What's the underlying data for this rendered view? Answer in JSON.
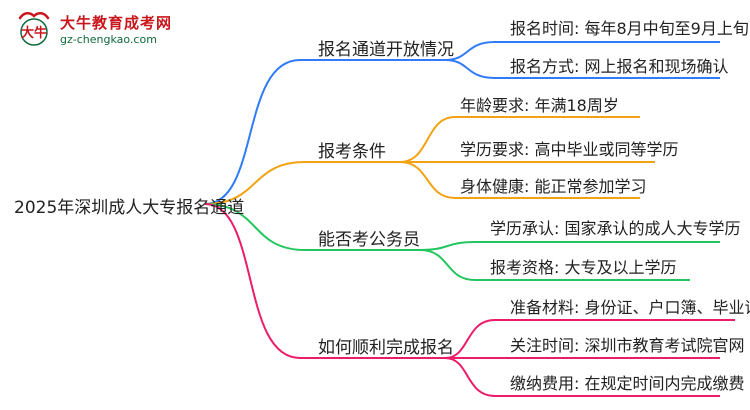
{
  "logo": {
    "title": "大牛教育成考网",
    "url": "gz-chengkao.com",
    "mark_text": "大牛"
  },
  "root": "2025年深圳成人大专报名通道",
  "branches": [
    {
      "label": "报名通道开放情况",
      "color": "#2f7cf6",
      "leaves": [
        "报名时间: 每年8月中旬至9月上旬",
        "报名方式: 网上报名和现场确认"
      ]
    },
    {
      "label": "报考条件",
      "color": "#f2a313",
      "leaves": [
        "年龄要求: 年满18周岁",
        "学历要求: 高中毕业或同等学历",
        "身体健康: 能正常参加学习"
      ]
    },
    {
      "label": "能否考公务员",
      "color": "#22c55e",
      "leaves": [
        "学历承认: 国家承认的成人大专学历",
        "报考资格: 大专及以上学历"
      ]
    },
    {
      "label": "如何顺利完成报名",
      "color": "#ec1c6a",
      "leaves": [
        "准备材料: 身份证、户口簿、毕业证书",
        "关注时间: 深圳市教育考试院官网",
        "缴纳费用: 在规定时间内完成缴费"
      ]
    }
  ]
}
